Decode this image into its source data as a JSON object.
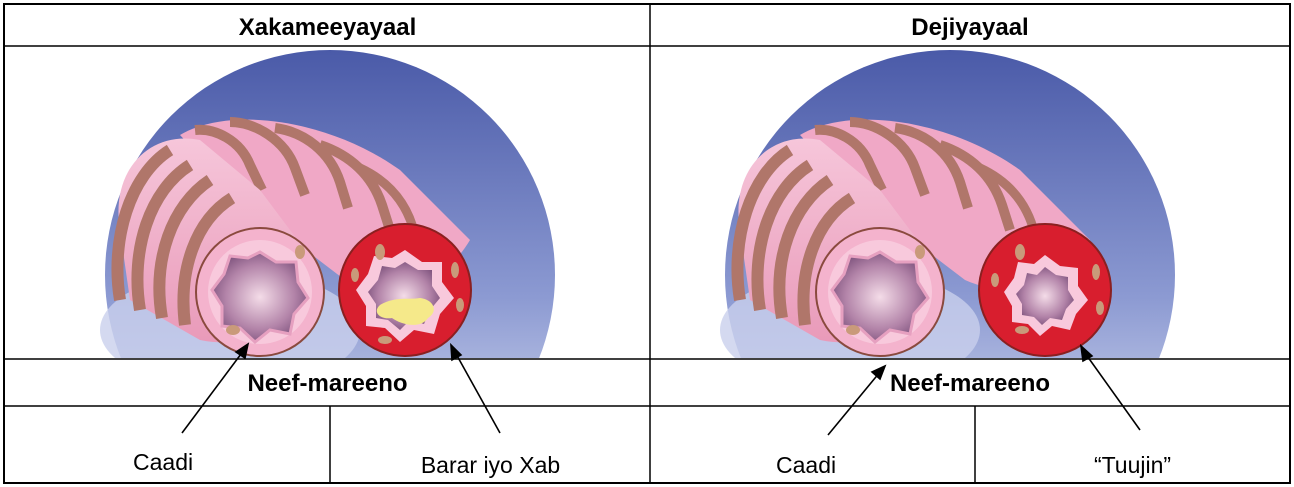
{
  "panels": [
    {
      "header": "Xakameeyayaal",
      "subheader": "Neef-mareeno",
      "left_label": "Caadi",
      "right_label": "Barar iyo Xab"
    },
    {
      "header": "Dejiyayaal",
      "subheader": "Neef-mareeno",
      "left_label": "Caadi",
      "right_label": "“Tuujin”"
    }
  ],
  "colors": {
    "sky_top": "#4a5aa8",
    "sky_bottom": "#dfe4f5",
    "airway_pink": "#f3b6cf",
    "airway_band": "#b0766a",
    "lumen_dark": "#7a4f78",
    "inflamed_red": "#d81e2e",
    "mucus": "#f5e98a",
    "border": "#000000"
  }
}
